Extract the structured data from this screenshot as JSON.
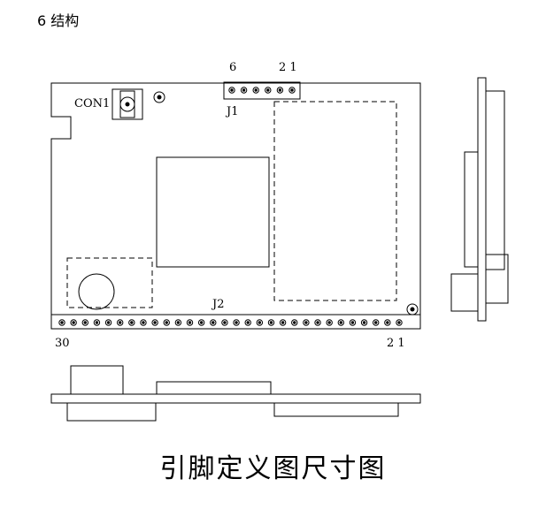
{
  "section_heading": "6 结构",
  "caption": "引脚定义图尺寸图",
  "labels": {
    "con1": "CON1",
    "j1": "J1",
    "j1_pin_left": "6",
    "j1_pin_right": "2 1",
    "j2": "J2",
    "j2_pin_left": "30",
    "j2_pin_right": "2 1"
  },
  "connectors": {
    "j1_pin_count": 6,
    "j2_pin_count": 30
  }
}
